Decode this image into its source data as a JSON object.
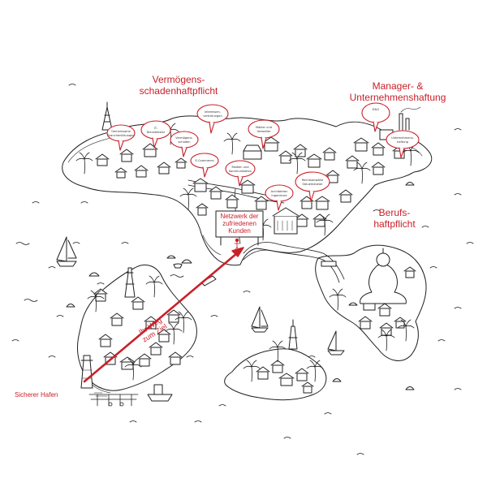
{
  "regions": {
    "vermoegens_line1": "Vermögens-",
    "vermoegens_line2": "schadenhaftpflicht",
    "manager_line1": "Manager- &",
    "manager_line2": "Unternehmenshaftung",
    "berufs_line1": "Berufs-",
    "berufs_line2": "haftpflicht"
  },
  "network_sign": {
    "line1": "Netzwerk der",
    "line2": "zufriedenen",
    "line3": "Kunden"
  },
  "path_label": {
    "line1": "Ihr Weg",
    "line2": "zum Ziel"
  },
  "harbor_label": "Sicherer Hafen",
  "bubbles": [
    {
      "line1": "Gemeinsame",
      "line2": "Branchenlösungen"
    },
    {
      "line1": "IT-",
      "line2": "Dienstleister"
    },
    {
      "line1": "Vermögens-",
      "line2": "schaden"
    },
    {
      "line1": "Interessen-",
      "line2": "vertretungen"
    },
    {
      "line1": "E-Commerce",
      "line2": ""
    },
    {
      "line1": "Makler und",
      "line2": "Verwalter"
    },
    {
      "line1": "Medien und",
      "line2": "Kommunikation"
    },
    {
      "line1": "Architekten",
      "line2": "Ingenieure"
    },
    {
      "line1": "Rechtsanwälte",
      "line2": "Steuerberater"
    },
    {
      "line1": "D&O",
      "line2": ""
    },
    {
      "line1": "Unternehmens-",
      "line2": "haftung"
    }
  ],
  "colors": {
    "accent": "#c8202a",
    "ink": "#1f1f1f",
    "paper": "#ffffff"
  }
}
